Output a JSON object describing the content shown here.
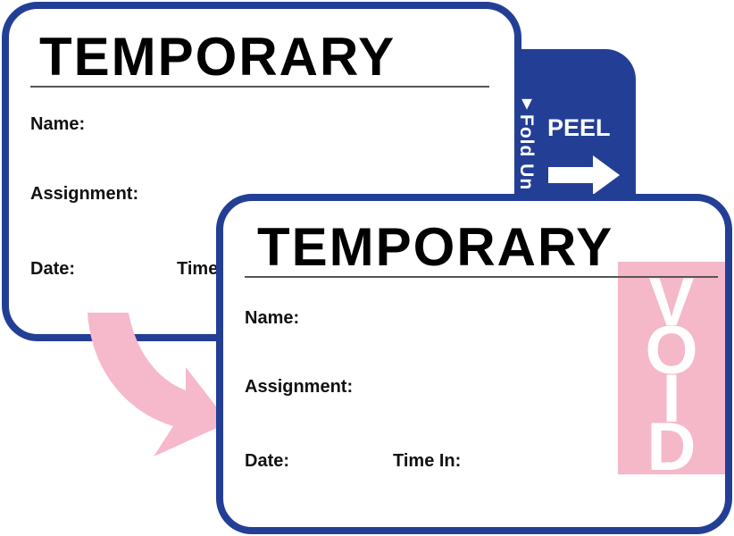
{
  "colors": {
    "border": "#233f95",
    "void_tint": "#f4b8c9",
    "arrow_pink": "#f6b8cb",
    "text": "#000000"
  },
  "back_badge": {
    "title": "TEMPORARY",
    "name_label": "Name:",
    "assignment_label": "Assignment:",
    "date_label": "Date:",
    "time_label": "Time"
  },
  "peel_tab": {
    "fold_label": "▾Fold Un",
    "peel_label": "PEEL",
    "arrow_icon": "right-arrow-icon"
  },
  "front_badge": {
    "title": "TEMPORARY",
    "name_label": "Name:",
    "assignment_label": "Assignment:",
    "date_label": "Date:",
    "time_label": "Time In:",
    "void_letters": [
      "V",
      "O",
      "I",
      "D"
    ]
  },
  "curl_arrow_icon": "curved-arrow-icon"
}
